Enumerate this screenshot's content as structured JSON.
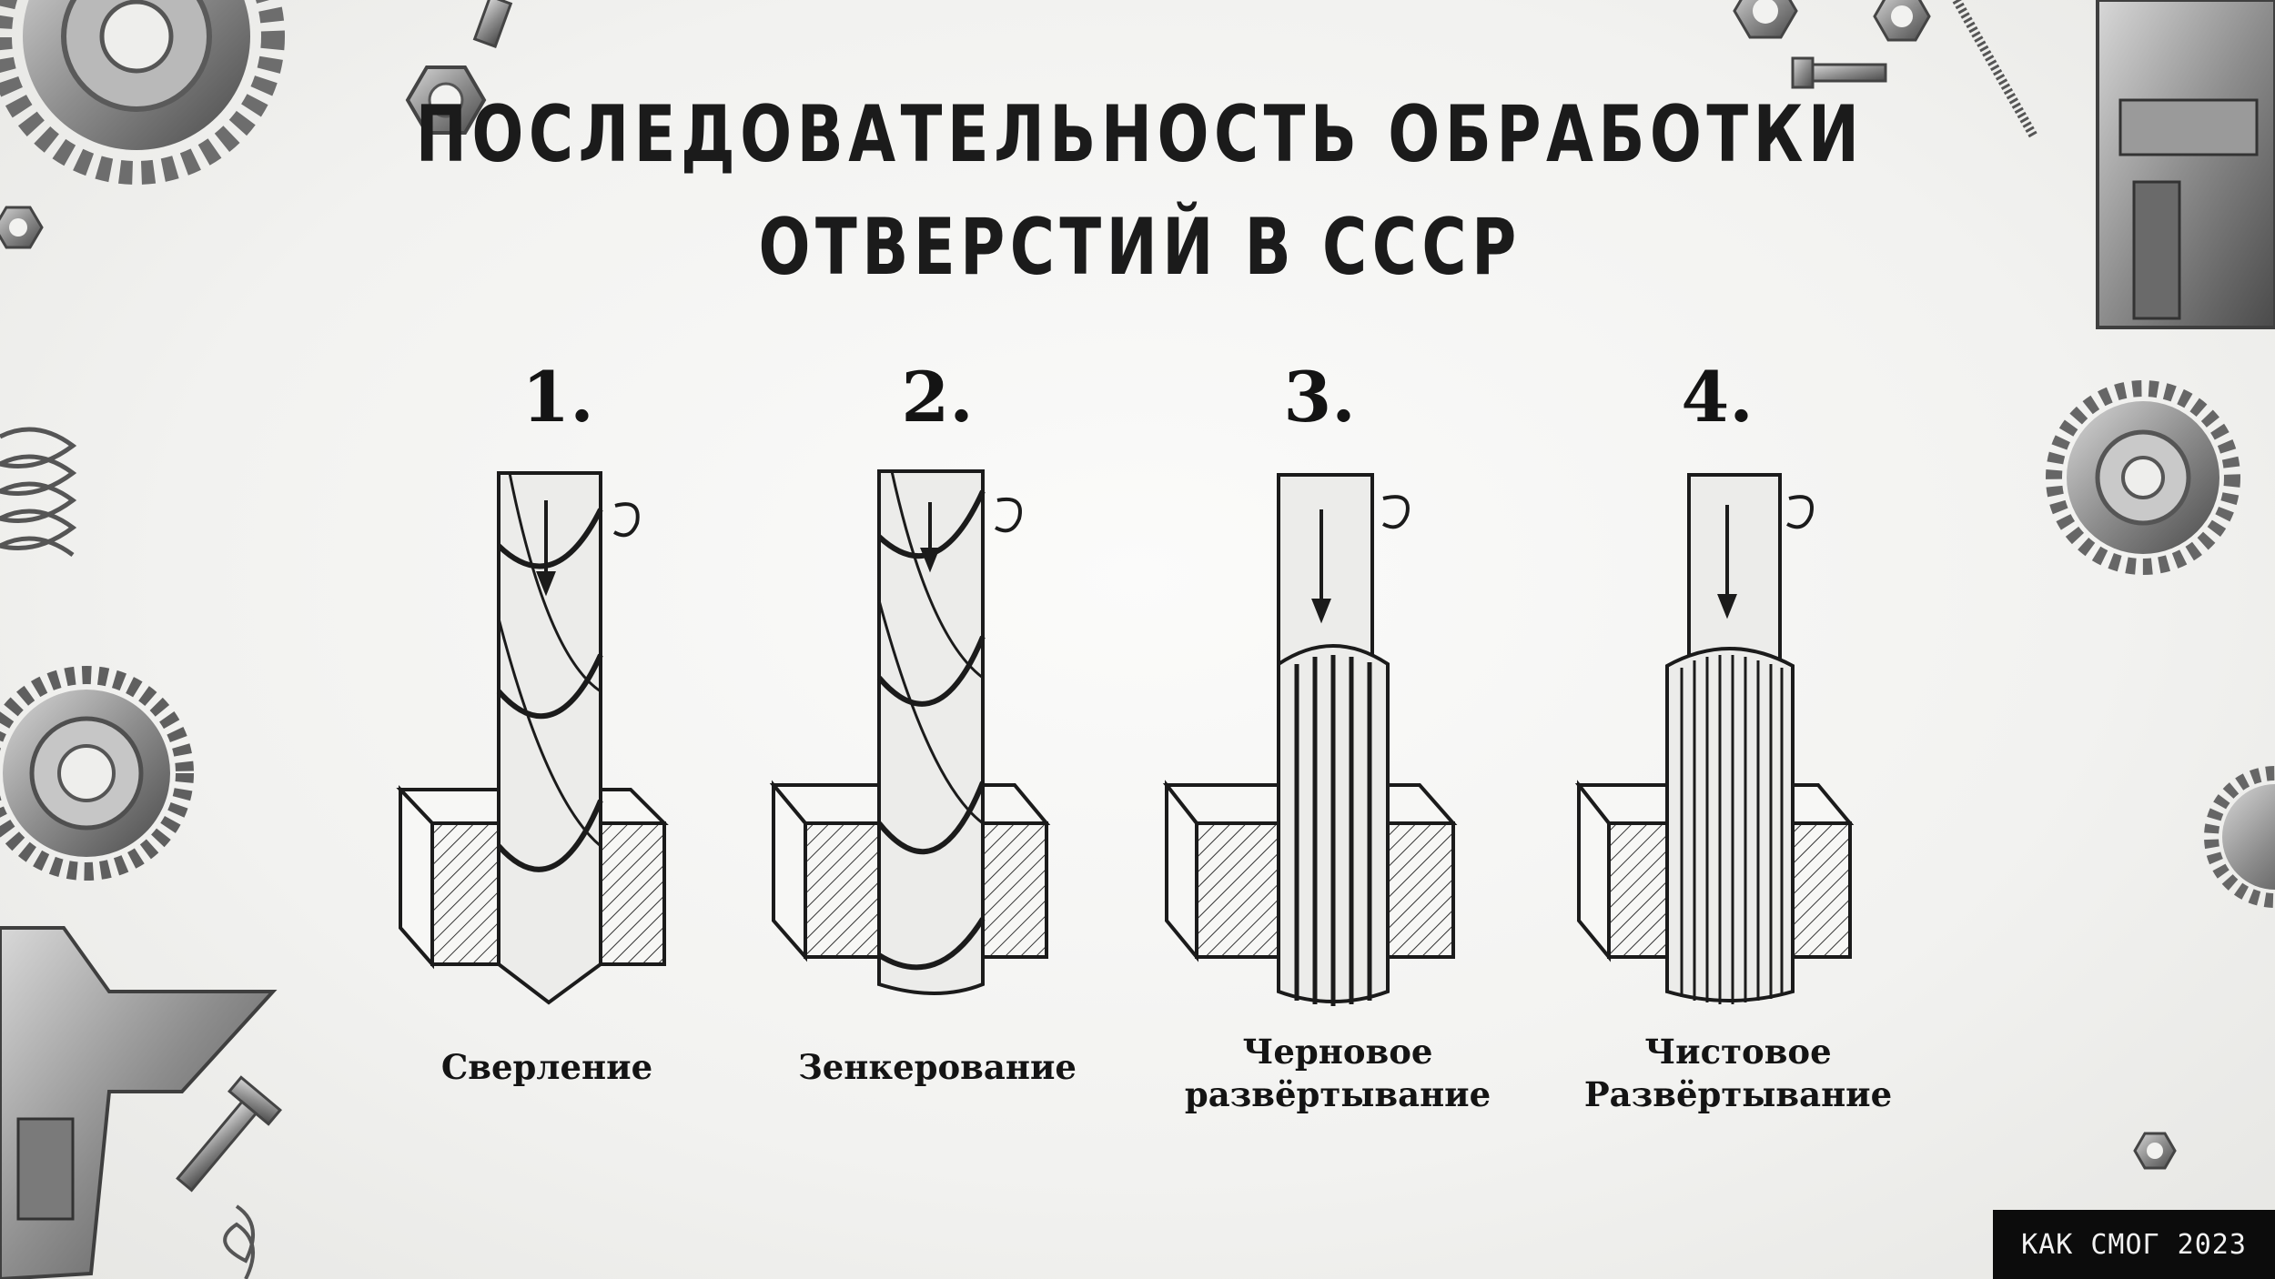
{
  "title": {
    "line1": "ПОСЛЕДОВАТЕЛЬНОСТЬ ОБРАБОТКИ",
    "line2": "ОТВЕРСТИЙ В СССР"
  },
  "steps": [
    {
      "number": "1.",
      "label_line1": "Сверление",
      "label_line2": "",
      "tool": "twist-drill"
    },
    {
      "number": "2.",
      "label_line1": "Зенкерование",
      "label_line2": "",
      "tool": "countersink"
    },
    {
      "number": "3.",
      "label_line1": "Черновое",
      "label_line2": "развёртывание",
      "tool": "rough-reamer"
    },
    {
      "number": "4.",
      "label_line1": "Чистовое",
      "label_line2": "Развёртывание",
      "tool": "finish-reamer"
    }
  ],
  "badge": {
    "text": "КАК СМОГ 2023"
  },
  "colors": {
    "ink": "#1b1b1b",
    "paper": "#f4f4f2",
    "badge_bg": "#0c0c0c",
    "badge_text": "#f2f2f2"
  },
  "decorations": [
    "gear-icon",
    "nut-icon",
    "bolt-icon",
    "spring-icon",
    "caliper-icon"
  ]
}
